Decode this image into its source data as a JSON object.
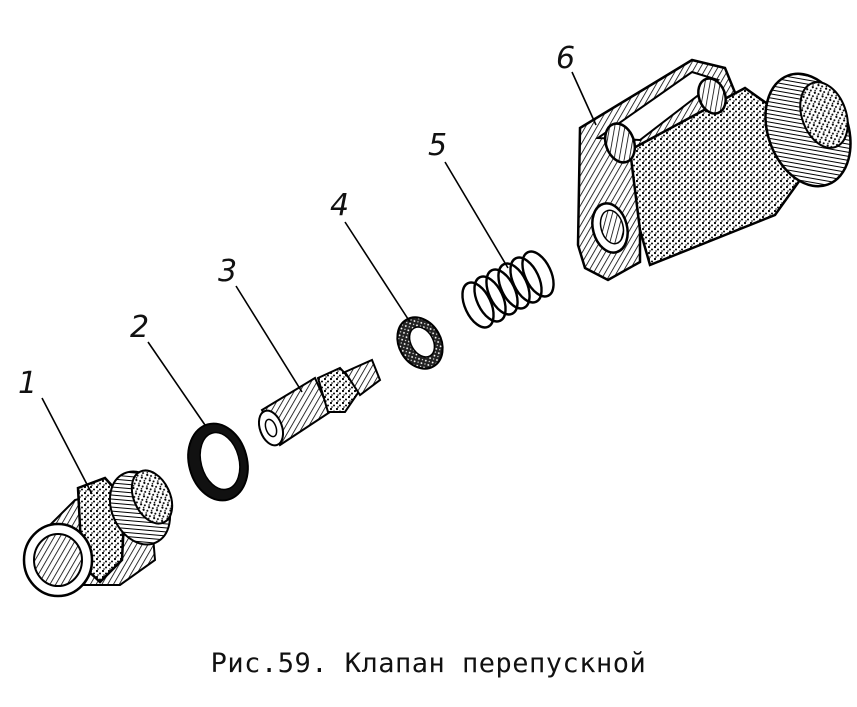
{
  "figure": {
    "caption": "Рис.59. Клапан перепускной",
    "parts": [
      {
        "label": "1"
      },
      {
        "label": "2"
      },
      {
        "label": "3"
      },
      {
        "label": "4"
      },
      {
        "label": "5"
      },
      {
        "label": "6"
      }
    ]
  }
}
